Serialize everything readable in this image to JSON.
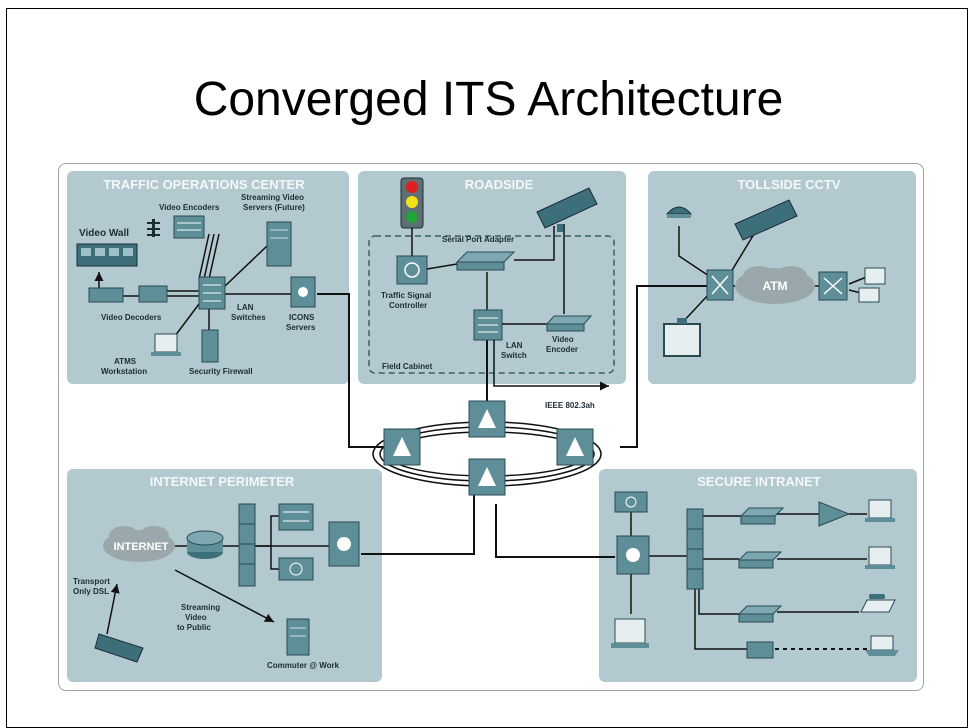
{
  "title": "Converged ITS Architecture",
  "zones": {
    "toc": "TRAFFIC OPERATIONS CENTER",
    "roadside": "ROADSIDE",
    "tollside": "TOLLSIDE CCTV",
    "perimeter": "INTERNET PERIMETER",
    "intranet": "SECURE INTRANET"
  },
  "labels": {
    "video_encoders": "Video Encoders",
    "streaming_servers_1": "Streaming Video",
    "streaming_servers_2": "Servers (Future)",
    "video_wall": "Video Wall",
    "video_decoders": "Video Decoders",
    "lan_switches_1": "LAN",
    "lan_switches_2": "Switches",
    "icons_1": "ICONS",
    "icons_2": "Servers",
    "atms_1": "ATMS",
    "atms_2": "Workstation",
    "firewall": "Security Firewall",
    "serial_port_adapter": "Serial Port Adapter",
    "tsc_1": "Traffic Signal",
    "tsc_2": "Controller",
    "lan_switch_1": "LAN",
    "lan_switch_2": "Switch",
    "video_encoder_1": "Video",
    "video_encoder_2": "Encoder",
    "field_cabinet": "Field Cabinet",
    "ieee": "IEEE 802.3ah",
    "atm": "ATM",
    "internet": "INTERNET",
    "transport_1": "Transport",
    "transport_2": "Only DSL",
    "streaming_public_1": "Streaming",
    "streaming_public_2": "Video",
    "streaming_public_3": "to Public",
    "commuter": "Commuter @ Work"
  },
  "colors": {
    "zone_bg": "#b3c9d0",
    "device": "#5e8f99",
    "device_dark": "#3d6f7a",
    "line": "#111111"
  }
}
